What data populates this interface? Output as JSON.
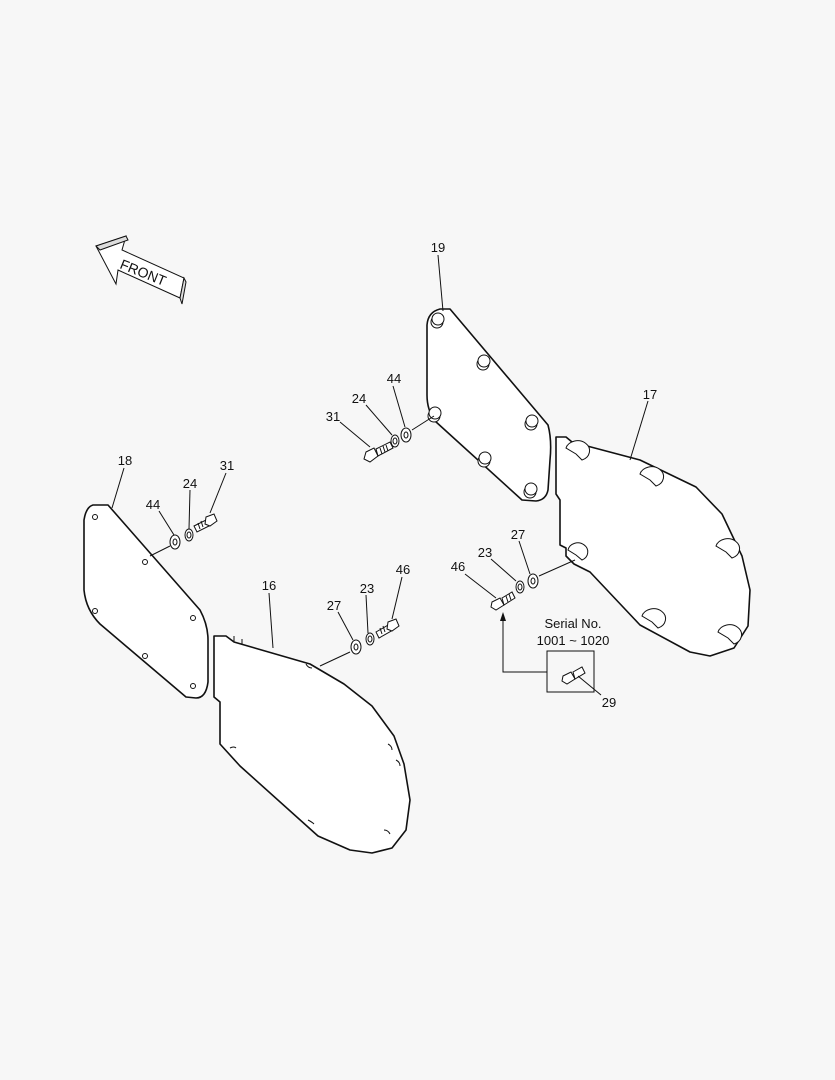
{
  "front_label": "FRONT",
  "serial_note": {
    "line1": "Serial No.",
    "line2": "1001 ~ 1020"
  },
  "callouts": [
    {
      "id": "c19",
      "text": "19"
    },
    {
      "id": "c17",
      "text": "17"
    },
    {
      "id": "c44a",
      "text": "44"
    },
    {
      "id": "c24a",
      "text": "24"
    },
    {
      "id": "c31a",
      "text": "31"
    },
    {
      "id": "c18",
      "text": "18"
    },
    {
      "id": "c31b",
      "text": "31"
    },
    {
      "id": "c24b",
      "text": "24"
    },
    {
      "id": "c44b",
      "text": "44"
    },
    {
      "id": "c16",
      "text": "16"
    },
    {
      "id": "c46a",
      "text": "46"
    },
    {
      "id": "c27a",
      "text": "27"
    },
    {
      "id": "c23a",
      "text": "23"
    },
    {
      "id": "c27b",
      "text": "27"
    },
    {
      "id": "c23b",
      "text": "23"
    },
    {
      "id": "c46b",
      "text": "46"
    },
    {
      "id": "c29",
      "text": "29"
    }
  ]
}
